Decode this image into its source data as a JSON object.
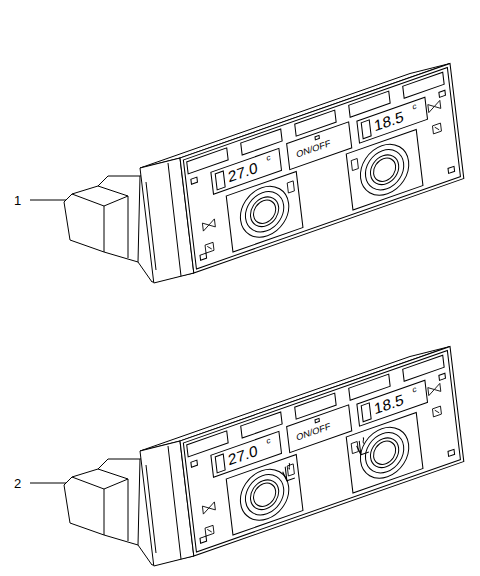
{
  "diagram": {
    "labels": [
      "1",
      "27.0",
      "c",
      "18.5",
      "c",
      "ON/OFF",
      "2",
      "27.0",
      "c",
      "18.5",
      "c",
      "ON/OFF"
    ]
  }
}
